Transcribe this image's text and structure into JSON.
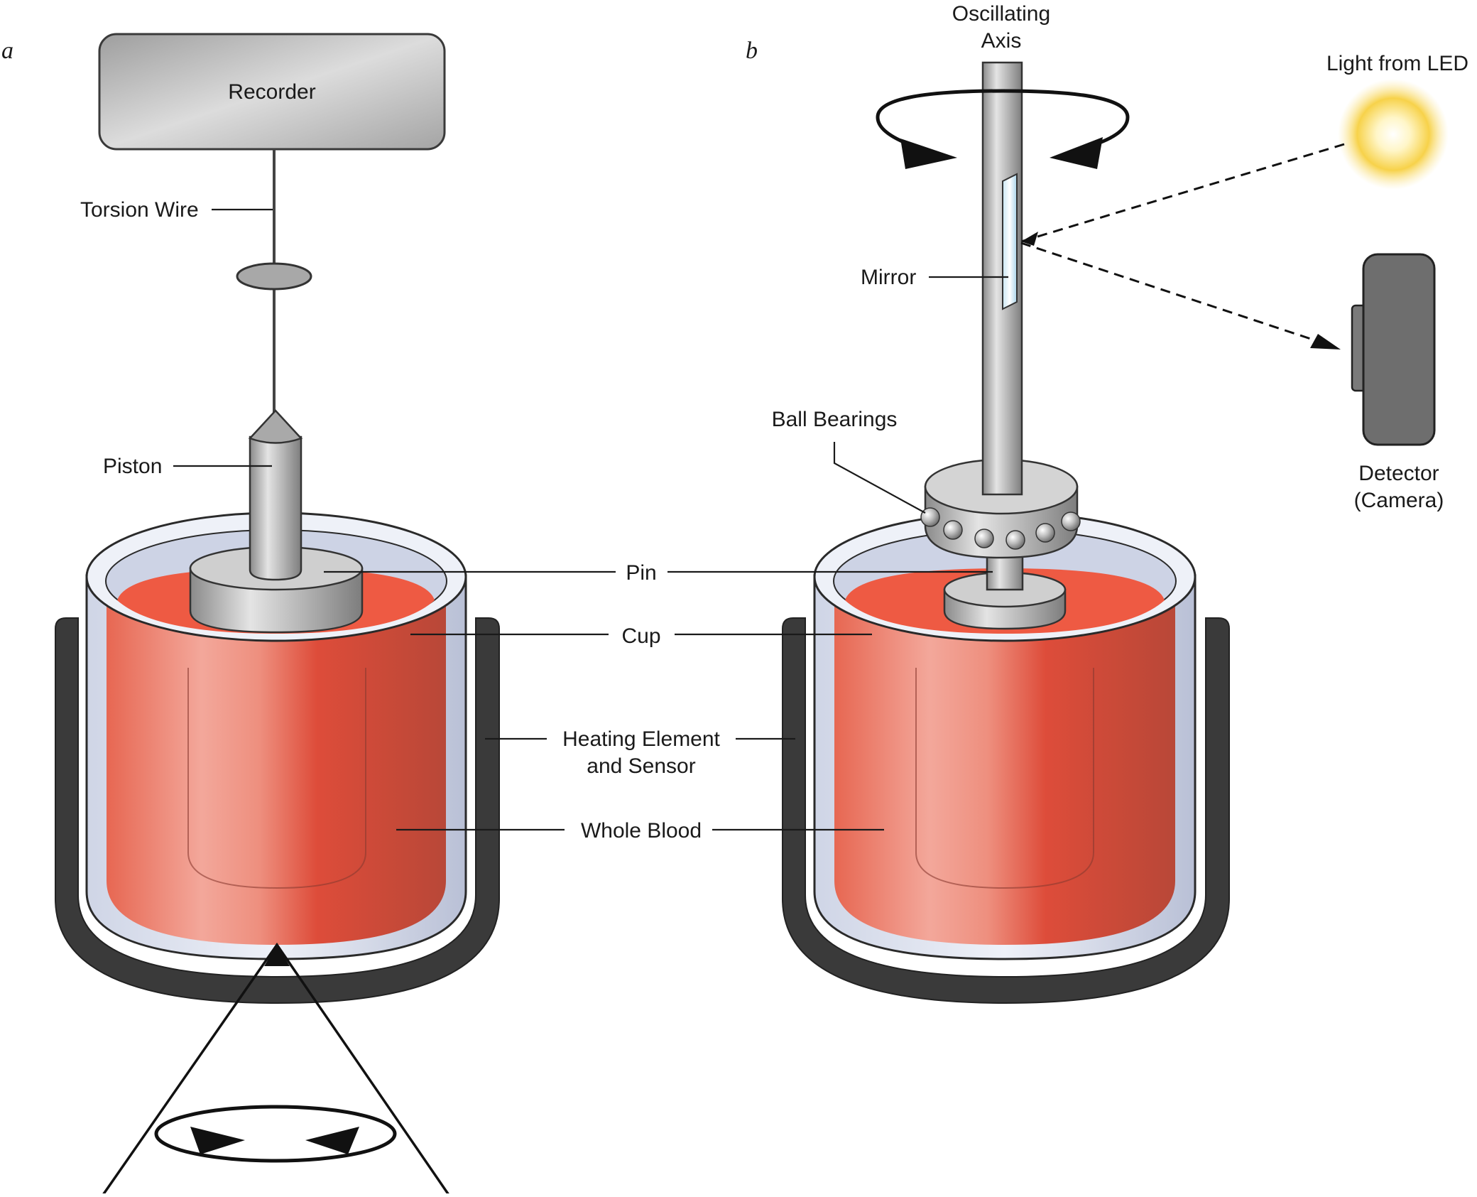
{
  "panels": {
    "a": "a",
    "b": "b"
  },
  "labels": {
    "recorder": "Recorder",
    "torsion_wire": "Torsion Wire",
    "piston": "Piston",
    "pin": "Pin",
    "cup": "Cup",
    "heating_line1": "Heating Element",
    "heating_line2": "and Sensor",
    "whole_blood": "Whole Blood",
    "oscillating_line1": "Oscillating",
    "oscillating_line2": "Axis",
    "light_from_led": "Light from LED",
    "mirror": "Mirror",
    "ball_bearings": "Ball Bearings",
    "detector_line1": "Detector",
    "detector_line2": "(Camera)"
  },
  "colors": {
    "blood": "#e0473a",
    "blood_surface": "#ee5a43",
    "heater": "#3a3a3a",
    "metal": "#b8b8b8",
    "cup_glass": "#e8ecf6",
    "detector": "#6e6e6e",
    "led_glow": "#f7d24a"
  }
}
